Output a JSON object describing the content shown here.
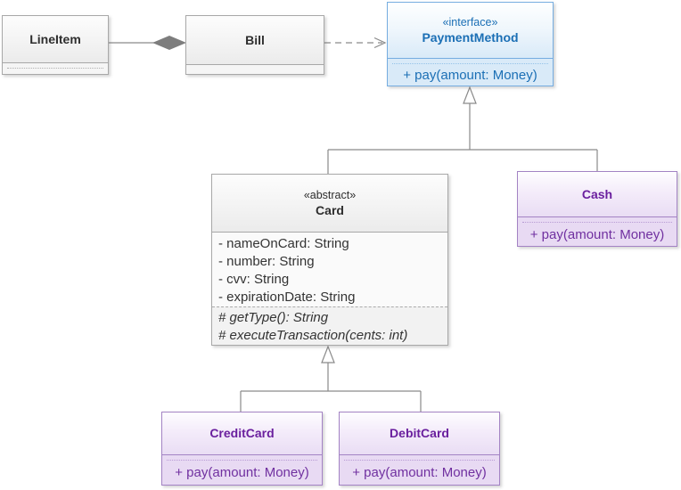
{
  "diagram": {
    "type": "UML class diagram",
    "classes": {
      "lineitem": {
        "name": "LineItem"
      },
      "bill": {
        "name": "Bill"
      },
      "paymentmethod": {
        "stereotype": "«interface»",
        "name": "PaymentMethod",
        "operations": [
          "+ pay(amount: Money)"
        ]
      },
      "card": {
        "stereotype": "«abstract»",
        "name": "Card",
        "attributes": [
          "- nameOnCard: String",
          "- number: String",
          "- cvv: String",
          "- expirationDate: String"
        ],
        "operations": [
          "# getType(): String",
          "# executeTransaction(cents: int)"
        ]
      },
      "cash": {
        "name": "Cash",
        "operations": [
          "+ pay(amount: Money)"
        ]
      },
      "creditcard": {
        "name": "CreditCard",
        "operations": [
          "+ pay(amount: Money)"
        ]
      },
      "debitcard": {
        "name": "DebitCard",
        "operations": [
          "+ pay(amount: Money)"
        ]
      }
    },
    "relationships": [
      {
        "type": "aggregation",
        "from": "LineItem",
        "to": "Bill"
      },
      {
        "type": "dependency",
        "from": "Bill",
        "to": "PaymentMethod"
      },
      {
        "type": "generalization",
        "from": "Card",
        "to": "PaymentMethod"
      },
      {
        "type": "generalization",
        "from": "Cash",
        "to": "PaymentMethod"
      },
      {
        "type": "generalization",
        "from": "CreditCard",
        "to": "Card"
      },
      {
        "type": "generalization",
        "from": "DebitCard",
        "to": "Card"
      }
    ],
    "colors": {
      "interface_accent": "#1b6fb5",
      "interface_border": "#76ade0",
      "interface_fill": "#d9eaf8",
      "class_accent": "#7030a0",
      "class_border": "#a383c4",
      "class_fill": "#e8daf3",
      "neutral_border": "#a8a8a8",
      "connector": "#8a8a8a",
      "diamond_fill": "#7d7d7d"
    }
  }
}
